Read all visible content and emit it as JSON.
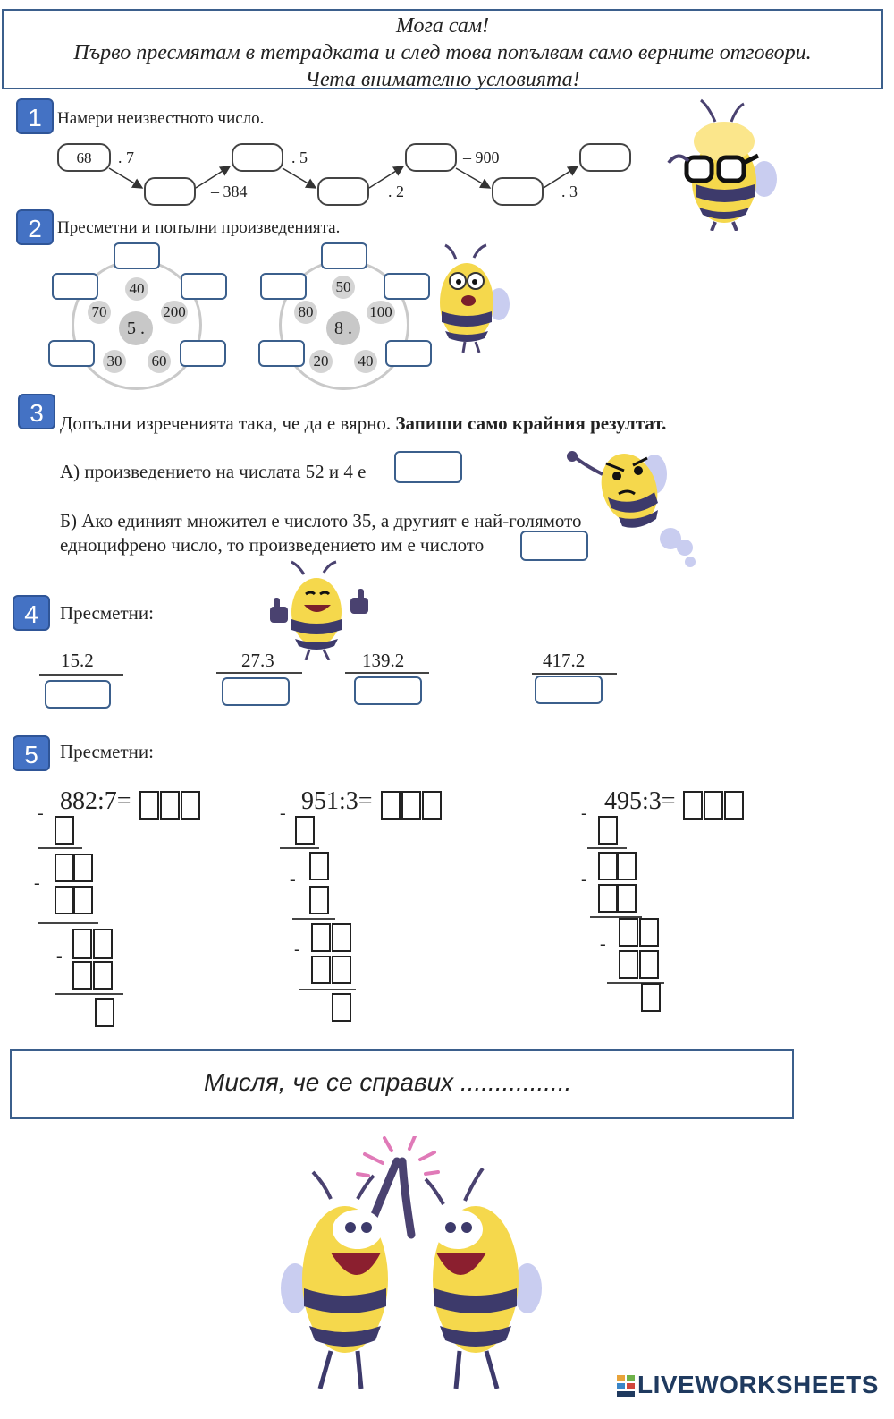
{
  "header": {
    "line1": "Мога сам!",
    "line2": "Първо пресмятам в тетрадката и след това попълвам само верните отговори.",
    "line3": "Чета внимателно условията!"
  },
  "task1": {
    "number": "1",
    "instruction": "Намери неизвестното число.",
    "start": "68",
    "ops": [
      ". 7",
      "– 384",
      ". 5",
      ". 2",
      "– 900",
      ". 3"
    ]
  },
  "task2": {
    "number": "2",
    "instruction": "Пресметни и попълни произведенията.",
    "wheel1": {
      "center": "5 .",
      "values": [
        "40",
        "200",
        "60",
        "30",
        "70"
      ]
    },
    "wheel2": {
      "center": "8 .",
      "values": [
        "50",
        "100",
        "40",
        "20",
        "80"
      ]
    }
  },
  "task3": {
    "number": "3",
    "instruction_plain": "Допълни изреченията така, че да е вярно.",
    "instruction_bold": "Запиши само крайния резултат.",
    "a": "А) произведението на числата 52 и 4 е",
    "b_line1": "Б) Ако единият множител е числото 35, а другият е най-голямото",
    "b_line2": "едноцифрено число, то произведението им е числото"
  },
  "task4": {
    "number": "4",
    "instruction": "Пресметни:",
    "items": [
      "15.2",
      "27.3",
      "139.2",
      "417.2"
    ]
  },
  "task5": {
    "number": "5",
    "instruction": "Пресметни:",
    "items": [
      "882:7=",
      "951:3=",
      "495:3="
    ]
  },
  "footer": {
    "text": "Мисля, че се справих ................",
    "brand": "LIVEWORKSHEETS"
  }
}
